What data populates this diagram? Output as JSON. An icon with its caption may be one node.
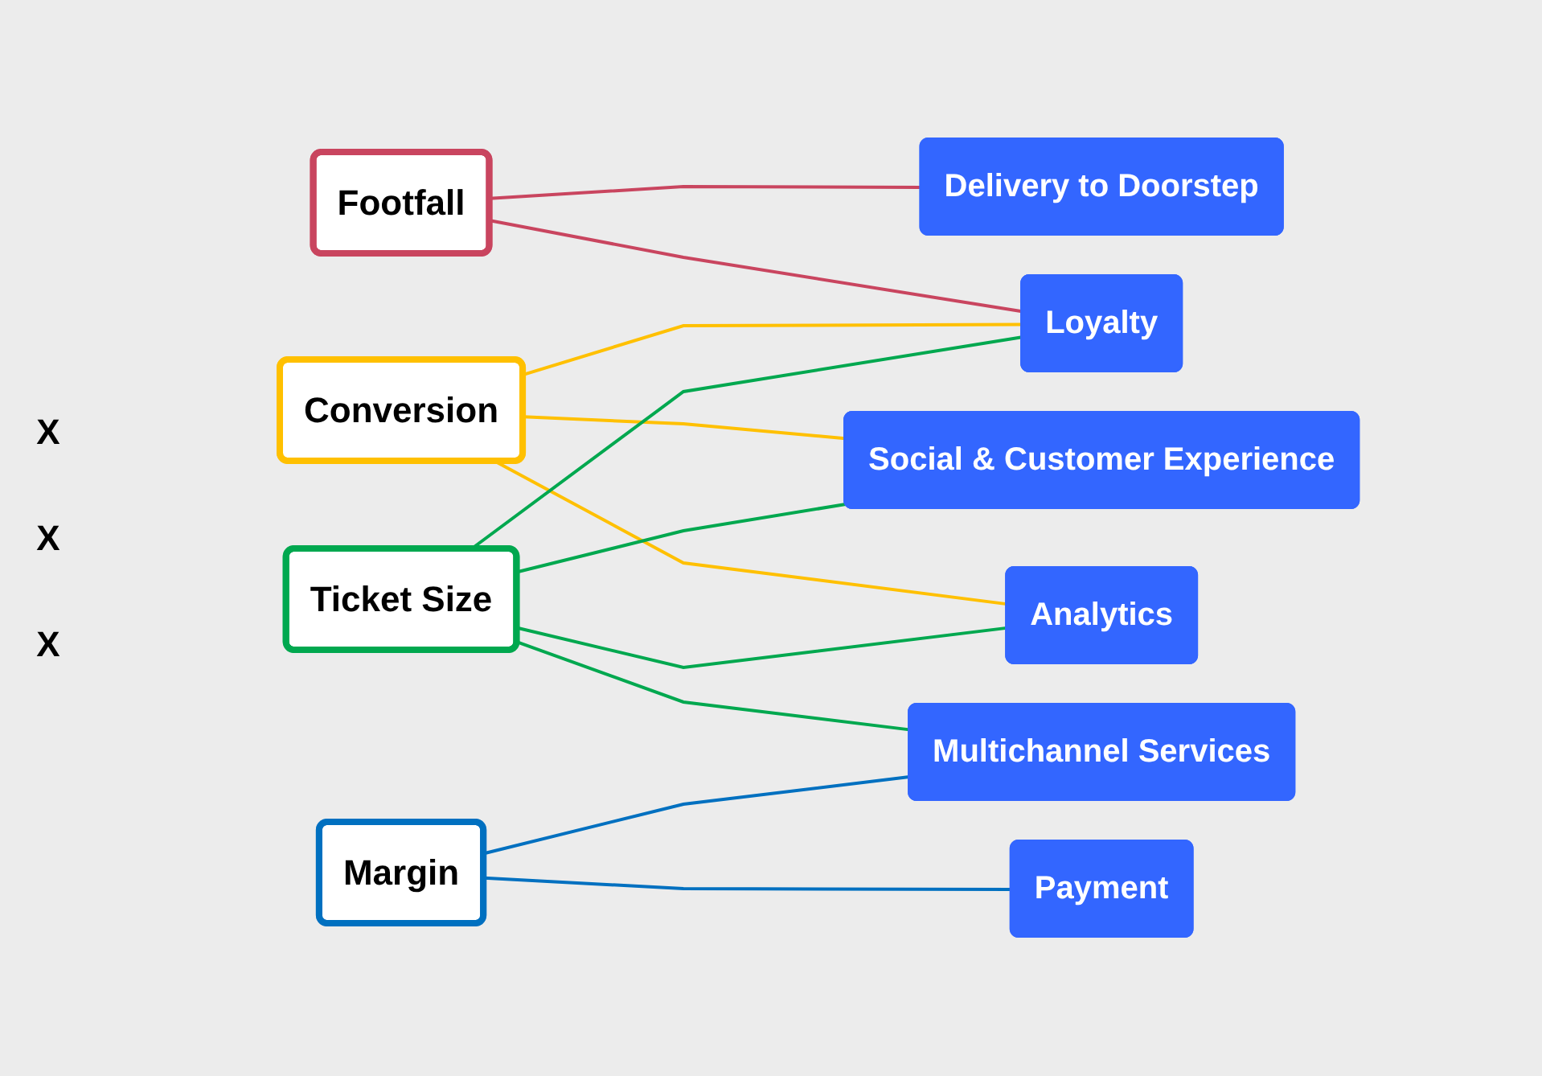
{
  "diagram": {
    "nodes": [
      {
        "text": [
          "Footfall"
        ]
      },
      {
        "text": [
          "Conversion"
        ]
      },
      {
        "text": [
          "Ticket Size"
        ]
      },
      {
        "text": [
          "Margin"
        ]
      },
      {
        "text": [
          "Delivery to Doorstep"
        ]
      },
      {
        "text": [
          "Social & Customer Experience"
        ]
      },
      {
        "text": [
          "Loyalty"
        ]
      },
      {
        "text": [
          "Payment"
        ]
      },
      {
        "text": [
          "Analytics"
        ]
      },
      {
        "text": [
          "Multichannel Services"
        ]
      }
    ],
    "edges": [
      {
        "from": 0,
        "to": 4,
        "arrow": "none",
        "color": "#c9455f"
      },
      {
        "from": 0,
        "to": 6,
        "arrow": "none",
        "color": "#c9455f"
      },
      {
        "from": 1,
        "to": 5,
        "arrow": "none",
        "color": "#ffc000"
      },
      {
        "from": 1,
        "to": 6,
        "arrow": "none",
        "color": "#ffc000"
      },
      {
        "from": 1,
        "to": 8,
        "arrow": "none",
        "color": "#ffc000"
      },
      {
        "from": 2,
        "to": 5,
        "arrow": "none",
        "color": "#00a84f"
      },
      {
        "from": 2,
        "to": 6,
        "arrow": "none",
        "color": "#00a84f"
      },
      {
        "from": 2,
        "to": 8,
        "arrow": "none",
        "color": "#00a84f"
      },
      {
        "from": 2,
        "to": 9,
        "arrow": "none",
        "color": "#00a84f"
      },
      {
        "from": 3,
        "to": 7,
        "arrow": "none",
        "color": "#0070c0"
      },
      {
        "from": 3,
        "to": 9,
        "arrow": "none",
        "color": "#0070c0"
      }
    ],
    "labels": [
      "X",
      "X",
      "X"
    ]
  }
}
